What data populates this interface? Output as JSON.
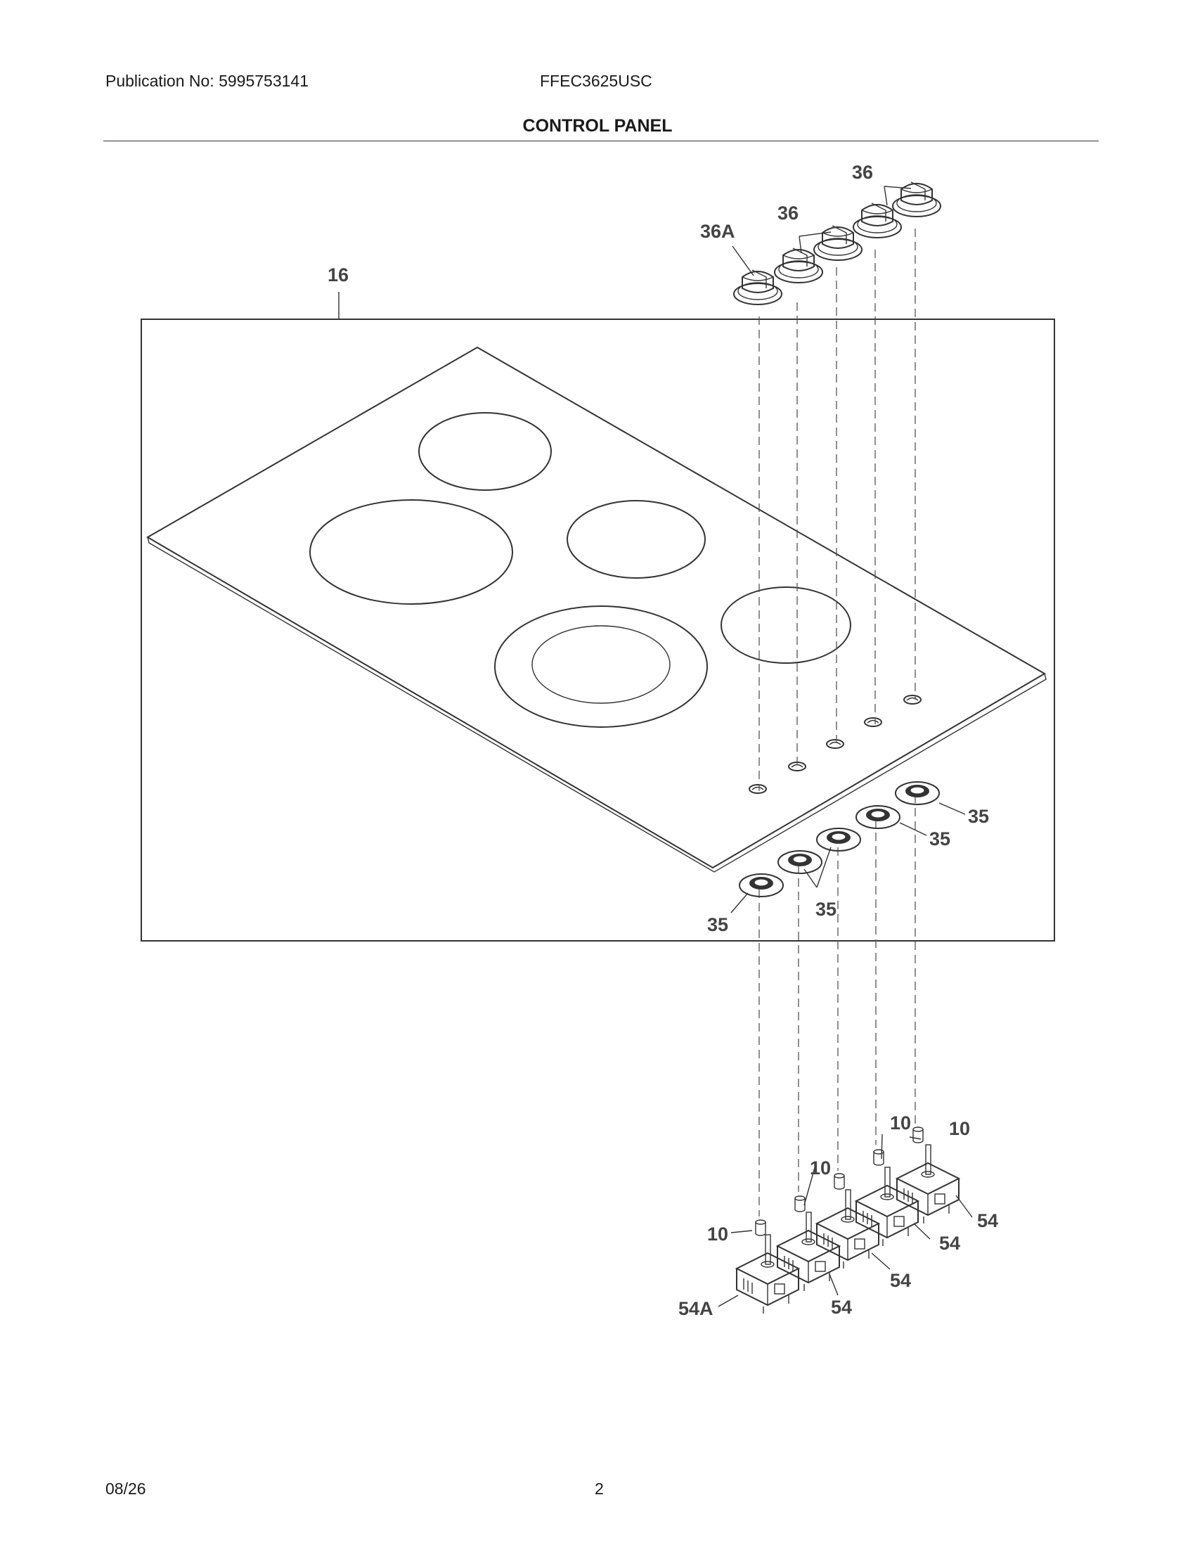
{
  "header": {
    "publication": "Publication No: 5995753141",
    "model": "FFEC3625USC",
    "title": "CONTROL PANEL"
  },
  "footer": {
    "date": "08/26",
    "page_number": "2"
  },
  "callouts": {
    "cooktop": "16",
    "knob_left": "36A",
    "knobs_mid": "36",
    "knobs_right": "36",
    "bezel_a": "35",
    "bezel_b": "35",
    "bezel_c": "35",
    "bezel_d": "35",
    "spacer_a": "10",
    "spacer_b": "10",
    "spacer_c": "10",
    "spacer_d": "10",
    "switch_left": "54A",
    "switch_a": "54",
    "switch_b": "54",
    "switch_c": "54",
    "switch_d": "54"
  }
}
